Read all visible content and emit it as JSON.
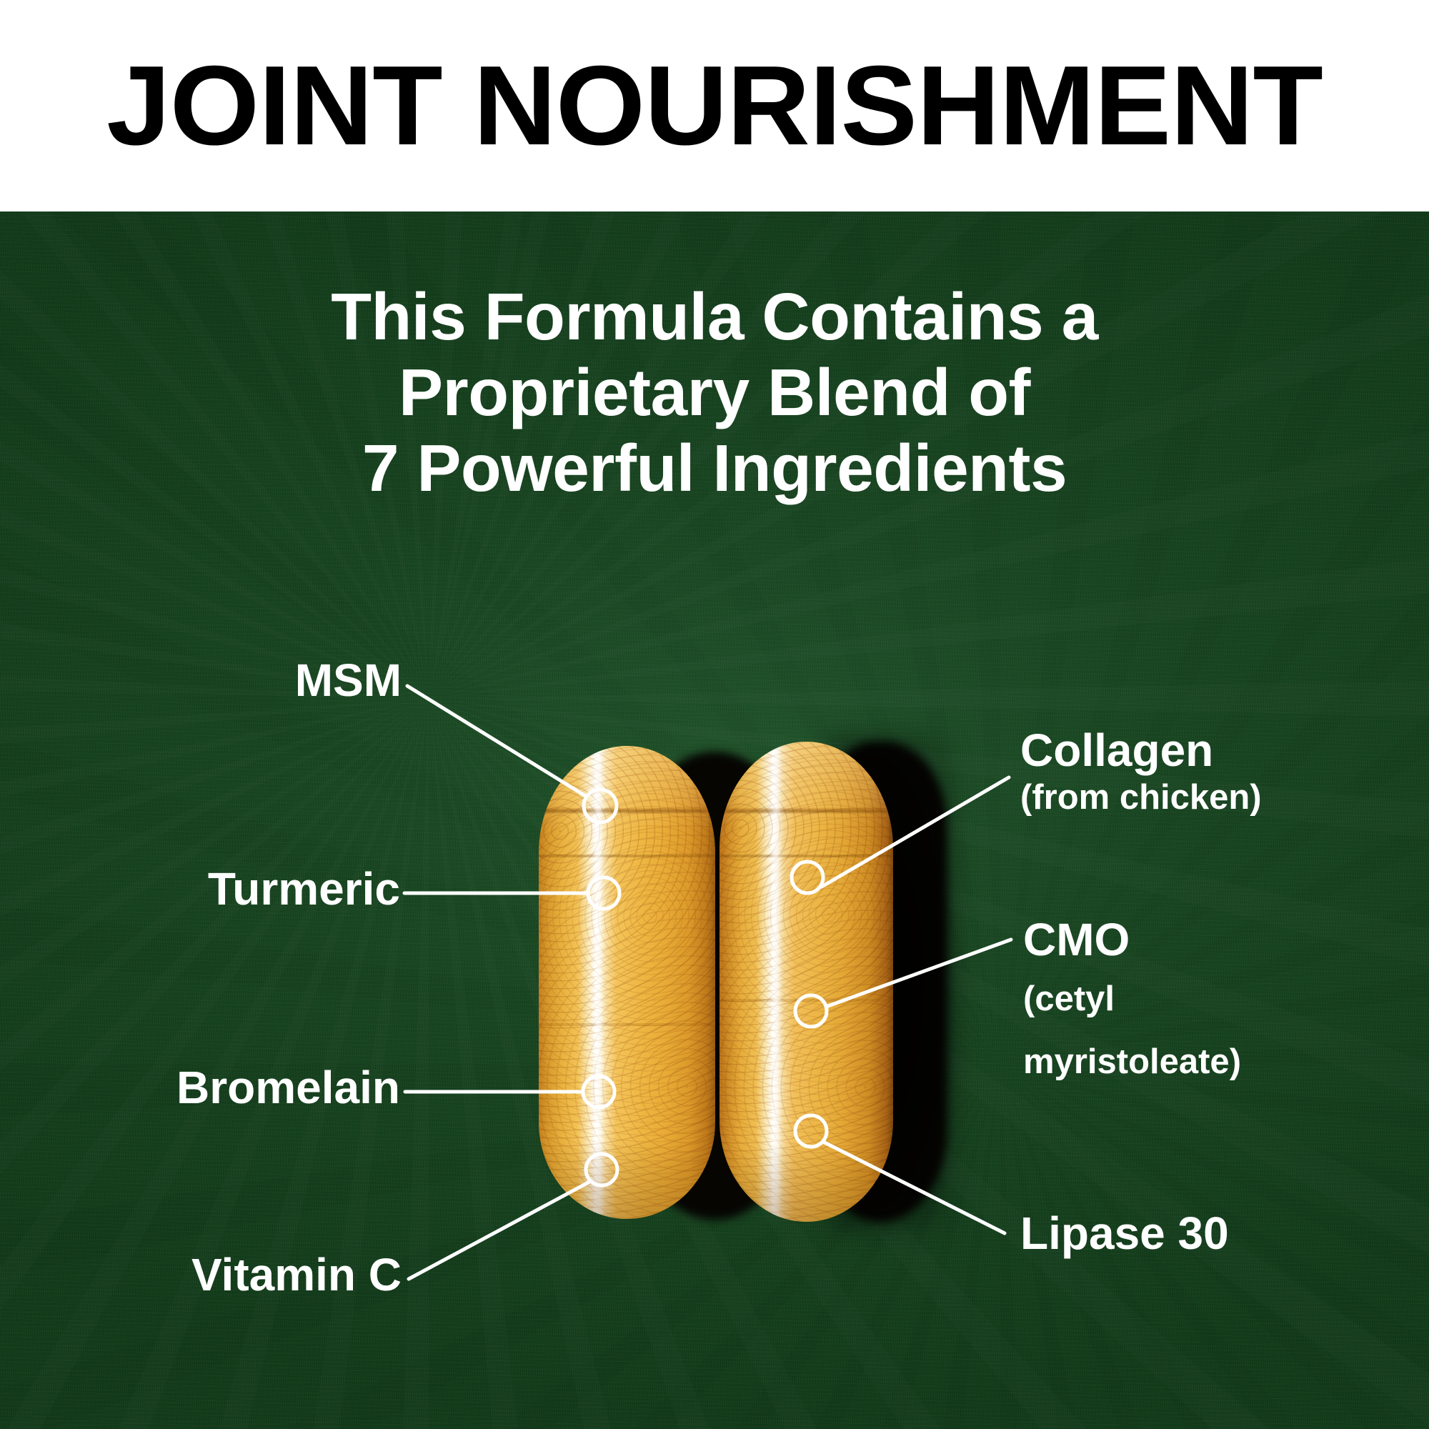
{
  "header": {
    "title": "JOINT NOURISHMENT"
  },
  "headline": {
    "line1": "This Formula Contains a",
    "line2": "Proprietary Blend of",
    "line3": "7 Powerful Ingredients"
  },
  "product": {
    "capsule_count": 2,
    "capsule_color": "#eeb743",
    "background_color": "#17431f",
    "accent_color": "#ffffff"
  },
  "callouts": {
    "left": [
      {
        "label": "MSM",
        "sub": ""
      },
      {
        "label": "Turmeric",
        "sub": ""
      },
      {
        "label": "Bromelain",
        "sub": ""
      },
      {
        "label": "Vitamin C",
        "sub": ""
      }
    ],
    "right": [
      {
        "label": "Collagen",
        "sub": "(from chicken)"
      },
      {
        "label": "CMO",
        "sub": "(cetyl",
        "sub2": "myristoleate)"
      },
      {
        "label": "Lipase 30",
        "sub": ""
      }
    ]
  }
}
